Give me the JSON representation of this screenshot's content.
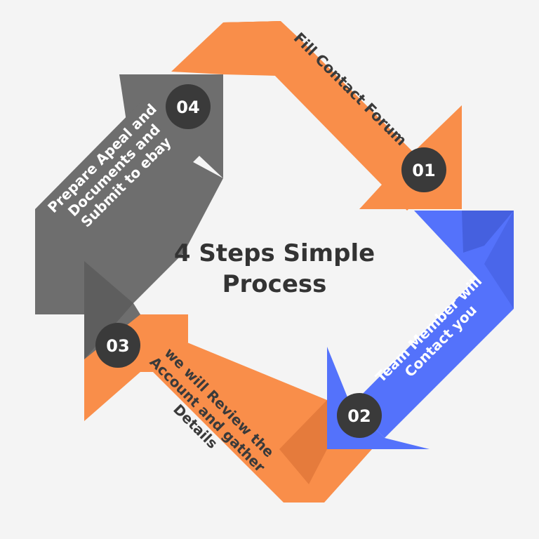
{
  "title": {
    "line1": "4 Steps Simple",
    "line2": "Process"
  },
  "colors": {
    "orange": "#f98e4a",
    "blue": "#5472fb",
    "gray": "#6e6e6e",
    "badge": "#3a3a3a",
    "background": "#f4f4f4"
  },
  "steps": [
    {
      "number": "01",
      "label_lines": [
        "Fill Contact Forum"
      ]
    },
    {
      "number": "02",
      "label_lines": [
        "Team Member will",
        "Contact you"
      ]
    },
    {
      "number": "03",
      "label_lines": [
        "we will Review the",
        "Account and gather",
        "Details"
      ]
    },
    {
      "number": "04",
      "label_lines": [
        "Prepare Apeal and",
        "Documents and",
        "Submit to ebay"
      ]
    }
  ]
}
